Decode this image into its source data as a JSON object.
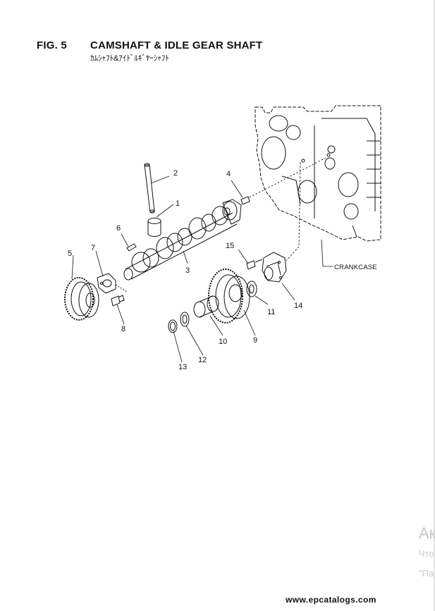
{
  "header": {
    "fig_no": "FIG. 5",
    "title": "CAMSHAFT & IDLE GEAR SHAFT",
    "subtitle": "ｶﾑｼｬﾌﾄ&ｱｲﾄﾞﾙｷﾞﾔｰｼｬﾌﾄ"
  },
  "callouts": {
    "n1": "1",
    "n2": "2",
    "n3": "3",
    "n4": "4",
    "n5": "5",
    "n6": "6",
    "n7": "7",
    "n8": "8",
    "n9": "9",
    "n10": "10",
    "n11": "11",
    "n12": "12",
    "n13": "13",
    "n14": "14",
    "n15": "15"
  },
  "crankcase_label": "CRANKCASE",
  "ghost_text": {
    "line1": "Ак",
    "line2": "Что",
    "line3": "\"Па"
  },
  "footer": {
    "site": "www.epcatalogs.com"
  }
}
